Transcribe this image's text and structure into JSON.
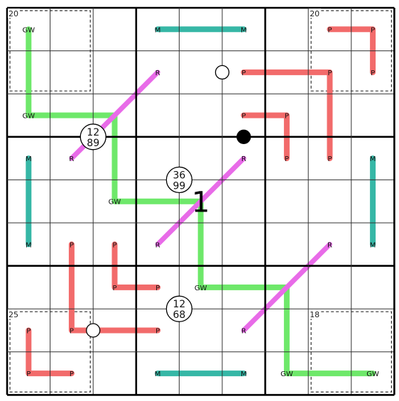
{
  "grid": {
    "rows": 9,
    "cols": 9
  },
  "colors": {
    "P": "#f26b6b",
    "GW": "#6ee86a",
    "M": "#36b7a6",
    "R": "#e86be8",
    "grid_thin": "#333333",
    "grid_thick": "#000000",
    "cage": "#333333"
  },
  "center_label": "1",
  "lines": [
    {
      "id": "gw-top-left",
      "type": "GW",
      "cells": [
        [
          0,
          0
        ],
        [
          1,
          0
        ],
        [
          2,
          0
        ],
        [
          2,
          1
        ],
        [
          2,
          2
        ]
      ],
      "labels": [
        {
          "cell": [
            0,
            0
          ],
          "text": "GW"
        },
        {
          "cell": [
            2,
            0
          ],
          "text": "GW"
        }
      ]
    },
    {
      "id": "gw-middle",
      "type": "GW",
      "cells": [
        [
          2,
          2
        ],
        [
          3,
          2
        ],
        [
          4,
          2
        ],
        [
          4,
          3
        ],
        [
          4,
          4
        ]
      ],
      "labels": [
        {
          "cell": [
            4,
            2
          ],
          "text": "GW"
        }
      ]
    },
    {
      "id": "gw-center",
      "type": "GW",
      "cells": [
        [
          4,
          4
        ],
        [
          5,
          4
        ],
        [
          6,
          4
        ],
        [
          6,
          5
        ],
        [
          6,
          6
        ]
      ],
      "labels": [
        {
          "cell": [
            6,
            4
          ],
          "text": "GW"
        }
      ]
    },
    {
      "id": "gw-bottom-right",
      "type": "GW",
      "cells": [
        [
          6,
          6
        ],
        [
          7,
          6
        ],
        [
          8,
          6
        ],
        [
          8,
          7
        ],
        [
          8,
          8
        ]
      ],
      "labels": [
        {
          "cell": [
            8,
            6
          ],
          "text": "GW"
        },
        {
          "cell": [
            8,
            8
          ],
          "text": "GW"
        }
      ]
    },
    {
      "id": "m-top",
      "type": "M",
      "cells": [
        [
          0,
          3
        ],
        [
          0,
          4
        ],
        [
          0,
          5
        ]
      ],
      "labels": [
        {
          "cell": [
            0,
            3
          ],
          "text": "M"
        },
        {
          "cell": [
            0,
            5
          ],
          "text": "M"
        }
      ]
    },
    {
      "id": "m-left",
      "type": "M",
      "cells": [
        [
          3,
          0
        ],
        [
          4,
          0
        ],
        [
          5,
          0
        ]
      ],
      "labels": [
        {
          "cell": [
            3,
            0
          ],
          "text": "M"
        },
        {
          "cell": [
            5,
            0
          ],
          "text": "M"
        }
      ]
    },
    {
      "id": "m-right",
      "type": "M",
      "cells": [
        [
          3,
          8
        ],
        [
          4,
          8
        ],
        [
          5,
          8
        ]
      ],
      "labels": [
        {
          "cell": [
            3,
            8
          ],
          "text": "M"
        },
        {
          "cell": [
            5,
            8
          ],
          "text": "M"
        }
      ]
    },
    {
      "id": "m-bottom",
      "type": "M",
      "cells": [
        [
          8,
          3
        ],
        [
          8,
          4
        ],
        [
          8,
          5
        ]
      ],
      "labels": [
        {
          "cell": [
            8,
            3
          ],
          "text": "M"
        },
        {
          "cell": [
            8,
            5
          ],
          "text": "M"
        }
      ]
    },
    {
      "id": "r-top-left",
      "type": "R",
      "cells": [
        [
          3,
          1
        ],
        [
          2,
          2
        ],
        [
          1,
          3
        ]
      ],
      "labels": [
        {
          "cell": [
            3,
            1
          ],
          "text": "R"
        },
        {
          "cell": [
            1,
            3
          ],
          "text": "R"
        }
      ]
    },
    {
      "id": "r-center",
      "type": "R",
      "cells": [
        [
          5,
          3
        ],
        [
          4,
          4
        ],
        [
          3,
          5
        ]
      ],
      "labels": [
        {
          "cell": [
            5,
            3
          ],
          "text": "R"
        },
        {
          "cell": [
            3,
            5
          ],
          "text": "R"
        }
      ]
    },
    {
      "id": "r-bottom-right",
      "type": "R",
      "cells": [
        [
          7,
          5
        ],
        [
          6,
          6
        ],
        [
          5,
          7
        ]
      ],
      "labels": [
        {
          "cell": [
            7,
            5
          ],
          "text": "R"
        },
        {
          "cell": [
            5,
            7
          ],
          "text": "R"
        }
      ]
    },
    {
      "id": "p-top-right-corner",
      "type": "P",
      "cells": [
        [
          0,
          7
        ],
        [
          0,
          8
        ],
        [
          1,
          8
        ]
      ],
      "labels": [
        {
          "cell": [
            0,
            7
          ],
          "text": "P"
        },
        {
          "cell": [
            0,
            8
          ],
          "text": "P"
        },
        {
          "cell": [
            1,
            8
          ],
          "text": "P"
        }
      ]
    },
    {
      "id": "p-top-long",
      "type": "P",
      "cells": [
        [
          1,
          5
        ],
        [
          1,
          6
        ],
        [
          1,
          7
        ],
        [
          2,
          7
        ],
        [
          3,
          7
        ]
      ],
      "labels": [
        {
          "cell": [
            1,
            5
          ],
          "text": "P"
        },
        {
          "cell": [
            1,
            7
          ],
          "text": "P"
        },
        {
          "cell": [
            3,
            7
          ],
          "text": "P"
        }
      ]
    },
    {
      "id": "p-top-short",
      "type": "P",
      "cells": [
        [
          2,
          5
        ],
        [
          2,
          6
        ],
        [
          3,
          6
        ]
      ],
      "labels": [
        {
          "cell": [
            2,
            5
          ],
          "text": "P"
        },
        {
          "cell": [
            2,
            6
          ],
          "text": "P"
        },
        {
          "cell": [
            3,
            6
          ],
          "text": "P"
        }
      ]
    },
    {
      "id": "p-left-long",
      "type": "P",
      "cells": [
        [
          5,
          1
        ],
        [
          6,
          1
        ],
        [
          7,
          1
        ],
        [
          7,
          2
        ],
        [
          7,
          3
        ]
      ],
      "labels": [
        {
          "cell": [
            5,
            1
          ],
          "text": "P"
        },
        {
          "cell": [
            7,
            1
          ],
          "text": "P"
        },
        {
          "cell": [
            7,
            3
          ],
          "text": "P"
        }
      ]
    },
    {
      "id": "p-left-short",
      "type": "P",
      "cells": [
        [
          5,
          2
        ],
        [
          6,
          2
        ],
        [
          6,
          3
        ]
      ],
      "labels": [
        {
          "cell": [
            5,
            2
          ],
          "text": "P"
        },
        {
          "cell": [
            6,
            2
          ],
          "text": "P"
        },
        {
          "cell": [
            6,
            3
          ],
          "text": "P"
        }
      ]
    },
    {
      "id": "p-bottom-left-corner",
      "type": "P",
      "cells": [
        [
          7,
          0
        ],
        [
          8,
          0
        ],
        [
          8,
          1
        ]
      ],
      "labels": [
        {
          "cell": [
            7,
            0
          ],
          "text": "P"
        },
        {
          "cell": [
            8,
            0
          ],
          "text": "P"
        },
        {
          "cell": [
            8,
            1
          ],
          "text": "P"
        }
      ]
    }
  ],
  "cages": [
    {
      "id": "cage-top-left",
      "sum": "20",
      "top_left": [
        0,
        0
      ],
      "bottom_right": [
        1,
        1
      ]
    },
    {
      "id": "cage-top-right",
      "sum": "20",
      "top_left": [
        0,
        7
      ],
      "bottom_right": [
        1,
        8
      ]
    },
    {
      "id": "cage-bottom-left",
      "sum": "25",
      "top_left": [
        7,
        0
      ],
      "bottom_right": [
        8,
        1
      ]
    },
    {
      "id": "cage-bottom-right",
      "sum": "18",
      "top_left": [
        7,
        7
      ],
      "bottom_right": [
        8,
        8
      ]
    }
  ],
  "quadruples": [
    {
      "id": "quad-top-left",
      "values": [
        "12",
        "89"
      ],
      "corner": [
        2,
        1
      ]
    },
    {
      "id": "quad-center-top",
      "values": [
        "36",
        "99"
      ],
      "corner": [
        3,
        3
      ]
    },
    {
      "id": "quad-center-bottom",
      "values": [
        "12",
        "68"
      ],
      "corner": [
        6,
        3
      ]
    }
  ],
  "dots": [
    {
      "id": "dot-white-top",
      "color": "white",
      "between": [
        [
          1,
          4
        ],
        [
          1,
          5
        ]
      ]
    },
    {
      "id": "dot-black-center",
      "color": "black",
      "between": [
        [
          2,
          5
        ],
        [
          3,
          5
        ]
      ]
    },
    {
      "id": "dot-white-bottom-left",
      "color": "white",
      "between": [
        [
          7,
          1
        ],
        [
          7,
          2
        ]
      ]
    }
  ],
  "given_digits": [
    {
      "id": "digit-r4c4",
      "cell": [
        4,
        4
      ],
      "value": "1"
    }
  ]
}
